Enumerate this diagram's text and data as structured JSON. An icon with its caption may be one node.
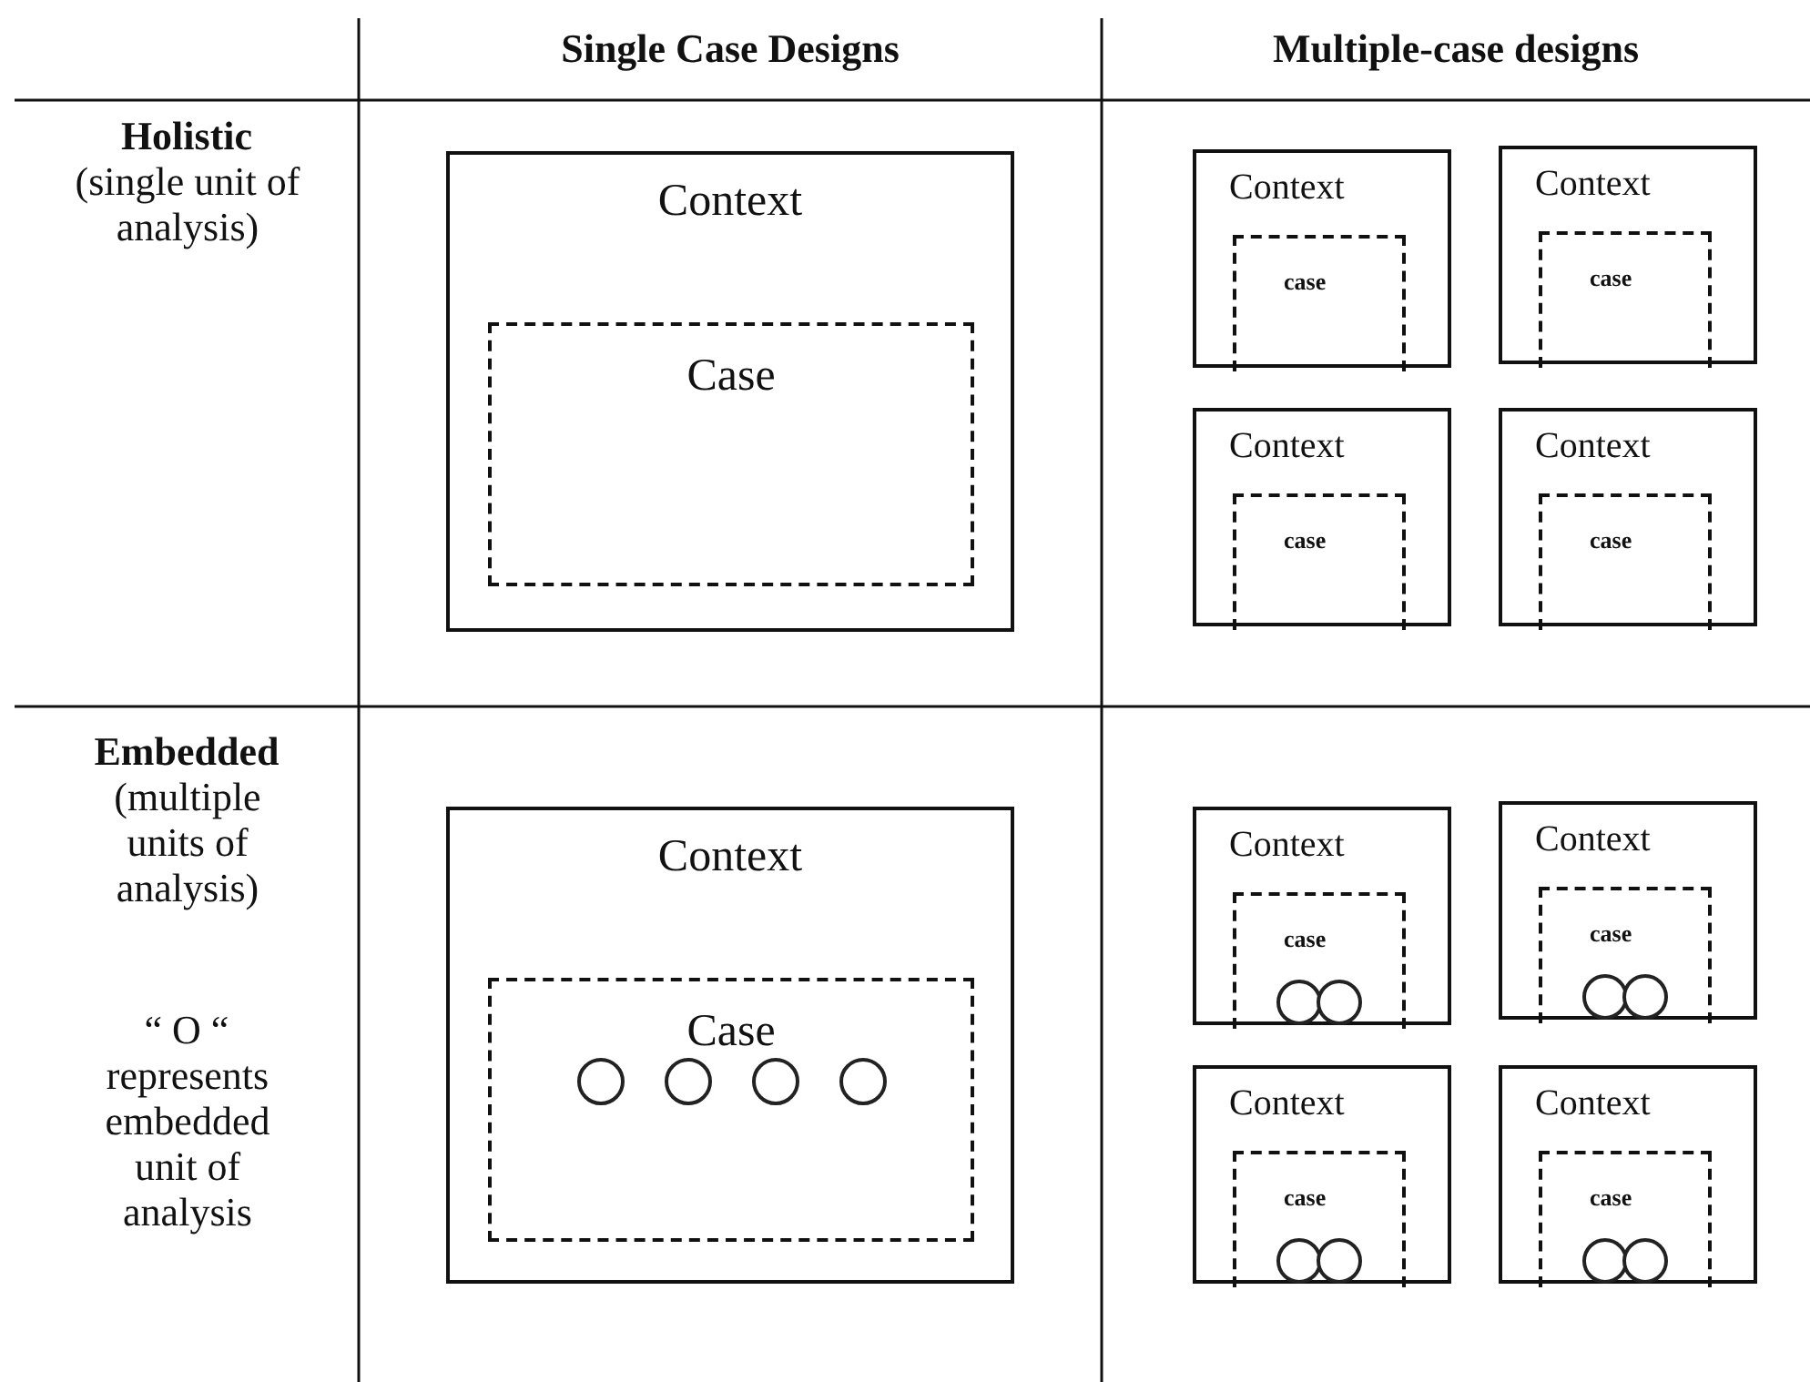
{
  "diagram": {
    "nodes": [
      {
        "text": [
          "Context"
        ]
      },
      {
        "text": [
          "Case"
        ],
        "in": 0
      },
      {
        "text": [
          "Context"
        ]
      },
      {
        "text": [
          "case"
        ],
        "in": 2
      },
      {
        "text": [
          "Context"
        ]
      },
      {
        "text": [
          "case"
        ],
        "in": 4
      },
      {
        "text": [
          "Context"
        ]
      },
      {
        "text": [
          "case"
        ],
        "in": 6
      },
      {
        "text": [
          "Context"
        ]
      },
      {
        "text": [
          "case"
        ],
        "in": 8
      },
      {
        "text": [
          "Context"
        ]
      },
      {
        "text": [
          "Case"
        ],
        "in": 10
      },
      {
        "text": [],
        "shape": "circle",
        "in": 11
      },
      {
        "text": [],
        "shape": "circle",
        "in": 11
      },
      {
        "text": [],
        "shape": "circle",
        "in": 11
      },
      {
        "text": [],
        "shape": "circle",
        "in": 11
      },
      {
        "text": [
          "Context"
        ]
      },
      {
        "text": [
          "case"
        ],
        "in": 16
      },
      {
        "text": [],
        "shape": "circle",
        "in": 17
      },
      {
        "text": [],
        "shape": "circle",
        "in": 17
      },
      {
        "text": [
          "Context"
        ]
      },
      {
        "text": [
          "case"
        ],
        "in": 20
      },
      {
        "text": [],
        "shape": "circle",
        "in": 21
      },
      {
        "text": [],
        "shape": "circle",
        "in": 21
      },
      {
        "text": [
          "Context"
        ]
      },
      {
        "text": [
          "case"
        ],
        "in": 24
      },
      {
        "text": [],
        "shape": "circle",
        "in": 25
      },
      {
        "text": [],
        "shape": "circle",
        "in": 25
      },
      {
        "text": [
          "Context"
        ]
      },
      {
        "text": [
          "case"
        ],
        "in": 28
      },
      {
        "text": [],
        "shape": "circle",
        "in": 29
      },
      {
        "text": [],
        "shape": "circle",
        "in": 29
      }
    ],
    "edges": [],
    "labels": [
      "Single Case Designs",
      "Multiple-case designs",
      "Holistic",
      "(single unit of analysis)",
      "Embedded",
      "(multiple units of analysis)",
      "“ O “",
      "represents embedded unit of analysis"
    ]
  }
}
